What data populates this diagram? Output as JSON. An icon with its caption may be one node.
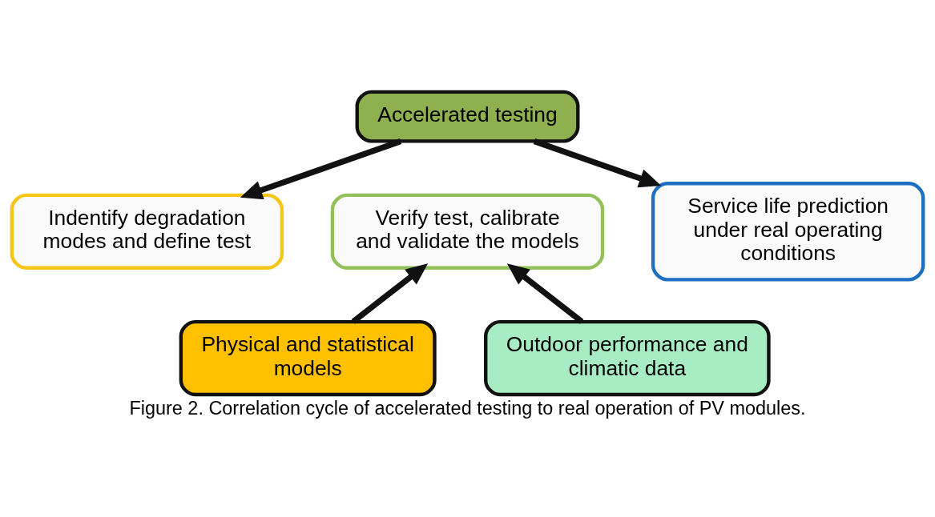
{
  "diagram": {
    "caption": "Figure 2. Correlation cycle of accelerated testing to real operation of PV modules.",
    "nodes": [
      {
        "text": [
          "Indentify degradation modes and define test"
        ]
      },
      {
        "text": [
          "Physical and statistical models"
        ]
      },
      {
        "text": [
          "Verify test, calibrate and validate the models"
        ]
      },
      {
        "text": [
          "Accelerated testing"
        ]
      },
      {
        "text": [
          "Service life prediction under real operating conditions"
        ]
      },
      {
        "text": [
          "Outdoor performance and climatic data"
        ]
      }
    ],
    "edges": [
      {
        "from": 3,
        "to": 0,
        "arrow": "to"
      },
      {
        "from": 3,
        "to": 4,
        "arrow": "to"
      },
      {
        "from": 1,
        "to": 2,
        "arrow": "to"
      },
      {
        "from": 5,
        "to": 2,
        "arrow": "to"
      }
    ]
  }
}
